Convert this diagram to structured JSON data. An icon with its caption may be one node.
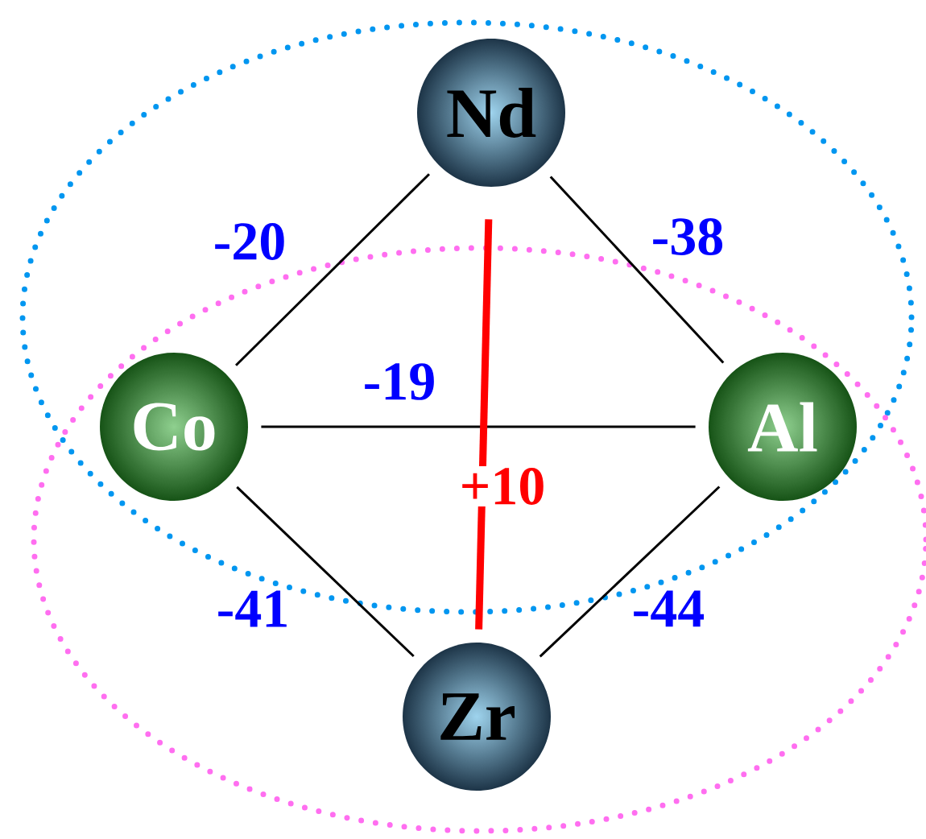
{
  "diagram": {
    "nodes": [
      {
        "text": [
          "Nd"
        ]
      },
      {
        "text": [
          "Co"
        ]
      },
      {
        "text": [
          "Al"
        ]
      },
      {
        "text": [
          "Zr"
        ]
      }
    ],
    "edges": [
      {
        "from": 0,
        "to": 1,
        "arrow": "none",
        "label": "-20"
      },
      {
        "from": 0,
        "to": 2,
        "arrow": "none",
        "label": "-38"
      },
      {
        "from": 1,
        "to": 2,
        "arrow": "none",
        "label": "-19"
      },
      {
        "from": 0,
        "to": 3,
        "arrow": "none",
        "label": "+10",
        "style": "thick",
        "color": "#ff0000"
      },
      {
        "from": 1,
        "to": 3,
        "arrow": "none",
        "label": "-41"
      },
      {
        "from": 2,
        "to": 3,
        "arrow": "none",
        "label": "-44"
      }
    ]
  }
}
